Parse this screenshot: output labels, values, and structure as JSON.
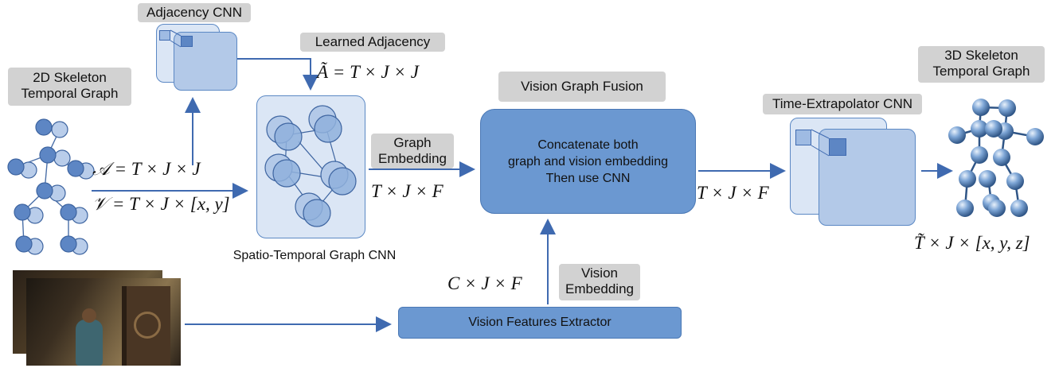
{
  "labels": {
    "adjacency_cnn": "Adjacency CNN",
    "learned_adjacency": "Learned Adjacency",
    "skeleton_2d_line1": "2D Skeleton",
    "skeleton_2d_line2": "Temporal Graph",
    "st_graph_cnn": "Spatio-Temporal Graph CNN",
    "vision_graph_fusion": "Vision Graph Fusion",
    "graph_embedding_line1": "Graph",
    "graph_embedding_line2": "Embedding",
    "vision_embedding_line1": "Vision",
    "vision_embedding_line2": "Embedding",
    "time_extrapolator_cnn": "Time-Extrapolator CNN",
    "skeleton_3d_line1": "3D Skeleton",
    "skeleton_3d_line2": "Temporal Graph"
  },
  "fusion_box": {
    "line1": "Concatenate both",
    "line2": "graph and vision embedding",
    "line3": "Then use CNN"
  },
  "vision_extractor": "Vision Features Extractor",
  "math": {
    "learned_adj": "Ã = T × J × J",
    "A_eq": "𝒜 = T × J × J",
    "V_eq": "𝒱 = T × J × [x, y]",
    "graph_embed_dim": "T × J × F",
    "vision_embed_dim": "C × J × F",
    "fusion_out_dim": "T × J × F",
    "output_dim": "T̃ × J × [x, y, z]"
  },
  "colors": {
    "box_fill": "#6b98d1",
    "box_border": "#4a78b5",
    "layer_light": "#dbe6f5",
    "layer_mid": "#b3c9e8",
    "node": "#5d86c4",
    "node_light": "#b9cdea",
    "sphere": "#7ea6d6",
    "arrow": "#3f6ab0",
    "tag_bg": "#d2d2d2"
  }
}
